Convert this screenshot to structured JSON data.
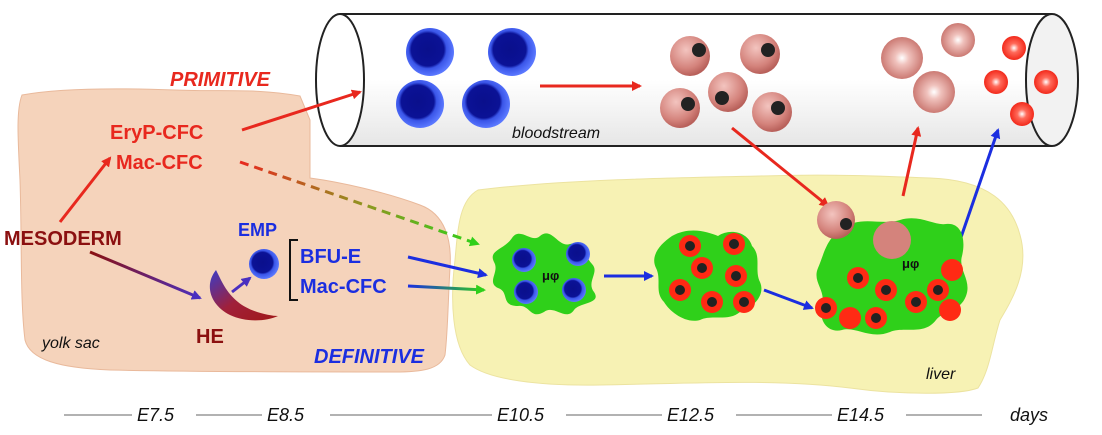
{
  "labels": {
    "primitive": "PRIMITIVE",
    "definitive": "DEFINITIVE",
    "eryp_cfc": "EryP-CFC",
    "mac_cfc_primitive": "Mac-CFC",
    "mesoderm": "MESODERM",
    "emp": "EMP",
    "bfu_e": "BFU-E",
    "mac_cfc_definitive": "Mac-CFC",
    "he": "HE",
    "yolk_sac": "yolk sac",
    "bloodstream": "bloodstream",
    "liver": "liver",
    "macrophage_1": "μφ",
    "macrophage_2": "μφ"
  },
  "timeline": {
    "stages": [
      "E7.5",
      "E8.5",
      "E10.5",
      "E12.5",
      "E14.5"
    ],
    "unit": "days"
  },
  "colors": {
    "primitive": "#e8281e",
    "definitive": "#1b2ee0",
    "mesoderm": "#8b1010",
    "yolk_sac_fill": "#f5d3bb",
    "liver_fill": "#f7f2b4",
    "macrophage": "#2fd01a",
    "blast_cell": "#1a23b5",
    "mature_cell": "#ff2a14",
    "primitive_cell": "#d98a84"
  }
}
